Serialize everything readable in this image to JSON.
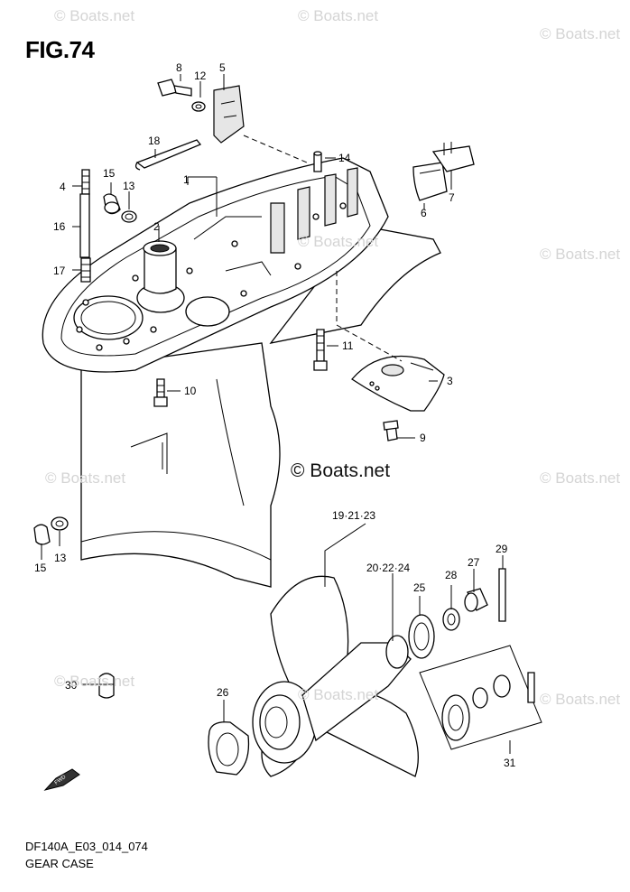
{
  "figure": {
    "title": "FIG.74"
  },
  "footer": {
    "code": "DF140A_E03_014_074",
    "name": "GEAR CASE"
  },
  "watermarks": {
    "center": "© Boats.net",
    "faded": "© Boats.net"
  },
  "callouts": [
    "8",
    "12",
    "5",
    "18",
    "14",
    "6",
    "7",
    "4",
    "15",
    "13",
    "1",
    "2",
    "16",
    "17",
    "11",
    "3",
    "10",
    "9",
    "15",
    "13",
    "19·21·23",
    "20·22·24",
    "29",
    "28",
    "27",
    "25",
    "30",
    "26",
    "31"
  ]
}
